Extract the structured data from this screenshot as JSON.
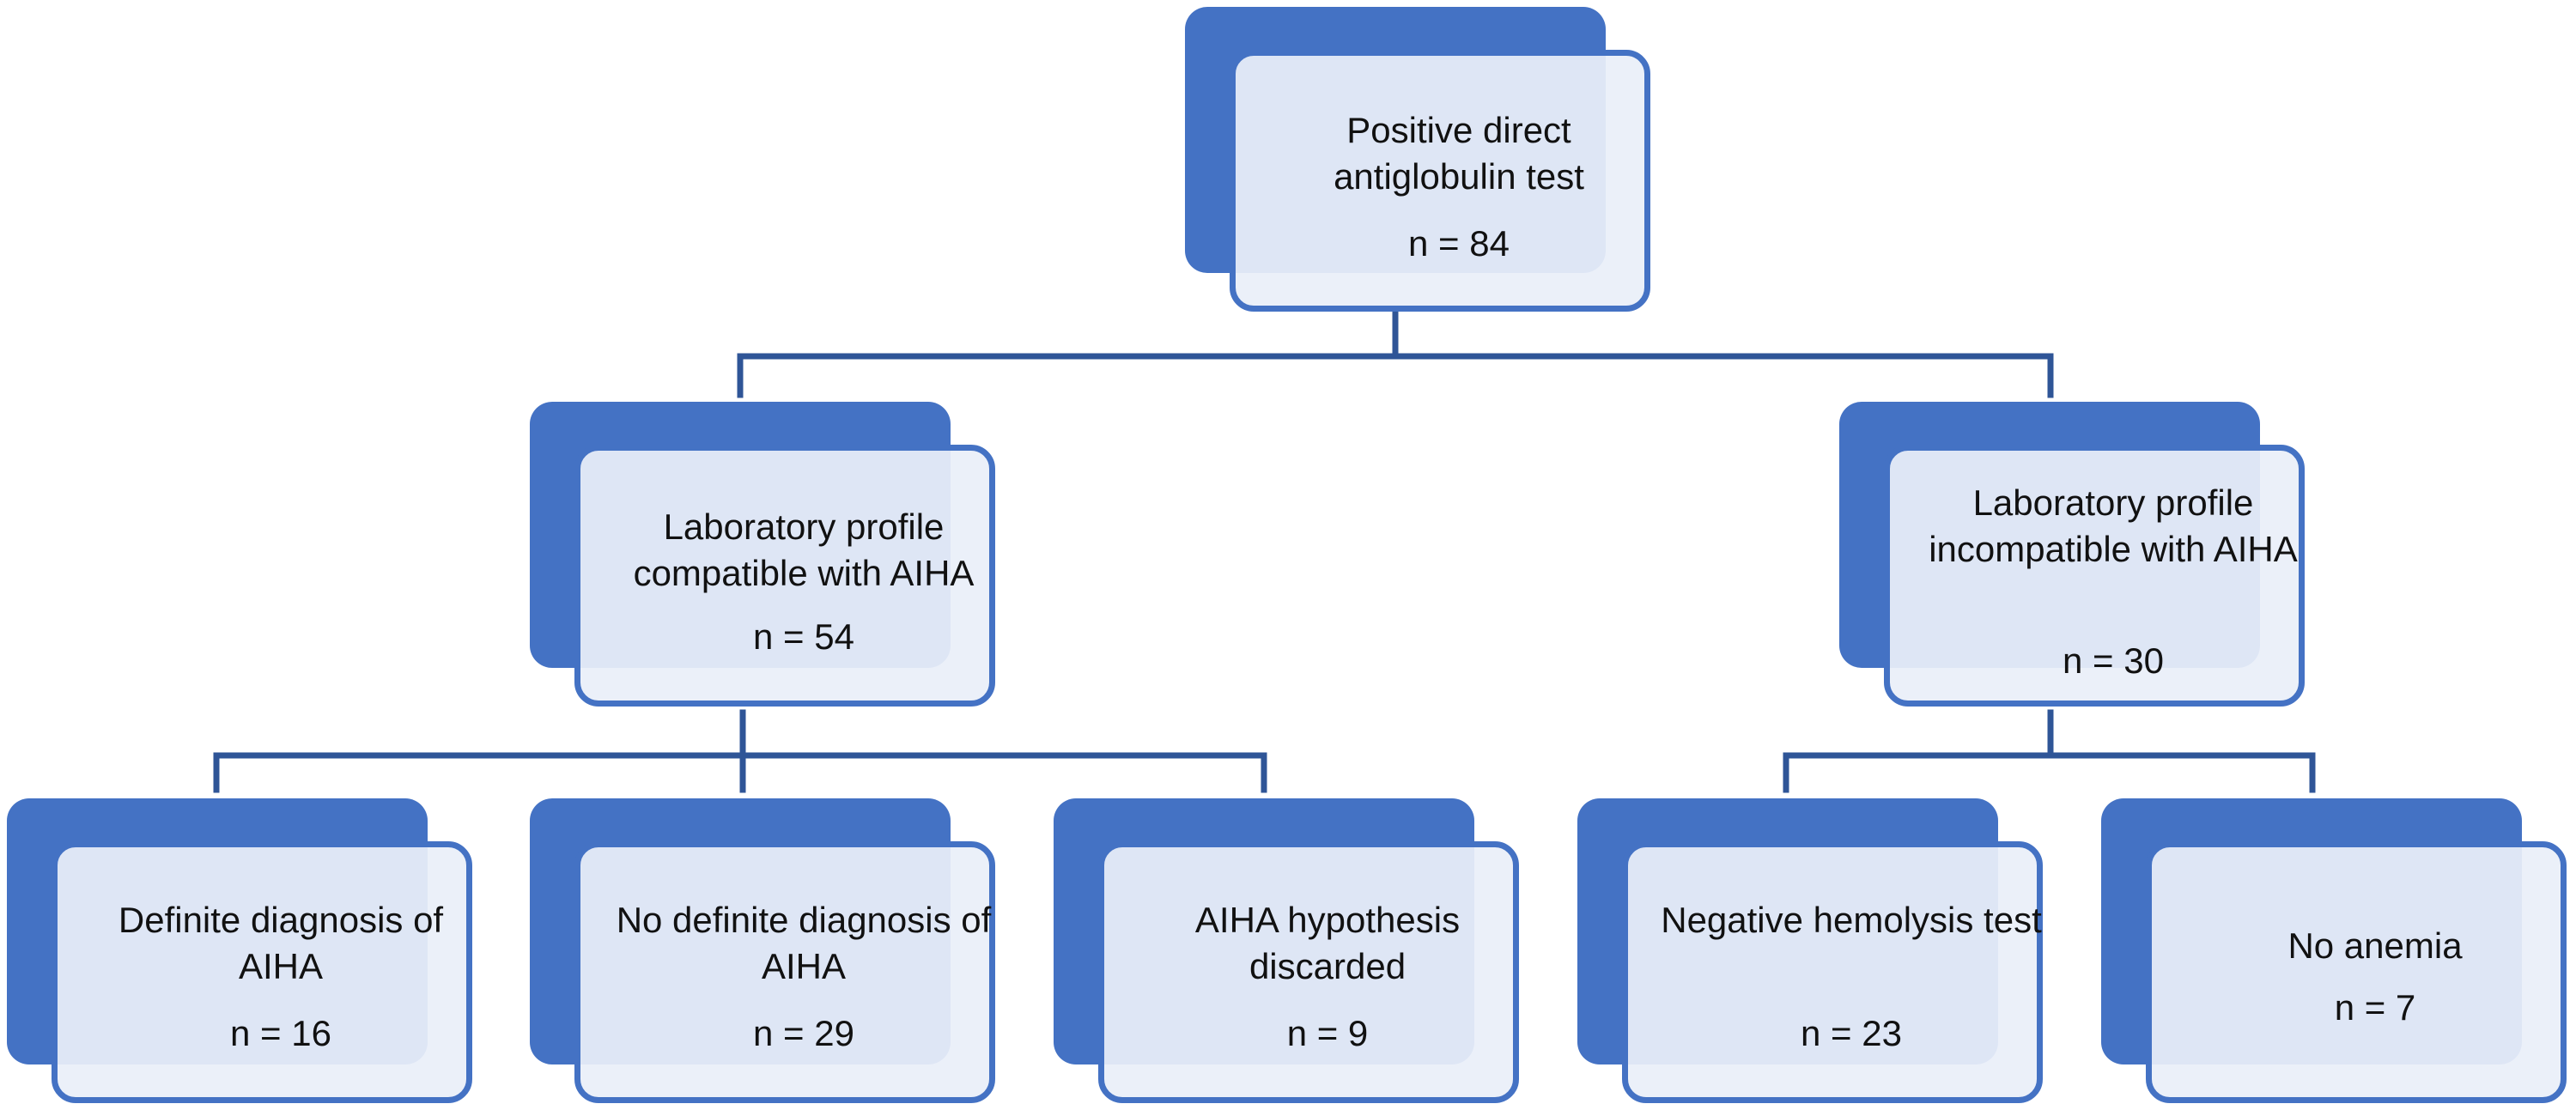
{
  "nodes": {
    "root": {
      "label": "Positive direct antiglobulin test",
      "count": "n = 84"
    },
    "compatible": {
      "label": "Laboratory profile compatible with AIHA",
      "count": "n = 54"
    },
    "incompatible": {
      "label": "Laboratory profile incompatible with AIHA",
      "count": "n = 30"
    },
    "definite": {
      "label": "Definite diagnosis of AIHA",
      "count": "n = 16"
    },
    "no_definite": {
      "label": "No definite diagnosis of AIHA",
      "count": "n = 29"
    },
    "discarded": {
      "label": "AIHA hypothesis discarded",
      "count": "n = 9"
    },
    "negative_hemolysis": {
      "label": "Negative hemolysis test",
      "count": "n = 23"
    },
    "no_anemia": {
      "label": "No anemia",
      "count": "n = 7"
    }
  },
  "colors": {
    "accent": "#4472c4",
    "box_fill": "#e9eff9",
    "text": "#111111"
  }
}
